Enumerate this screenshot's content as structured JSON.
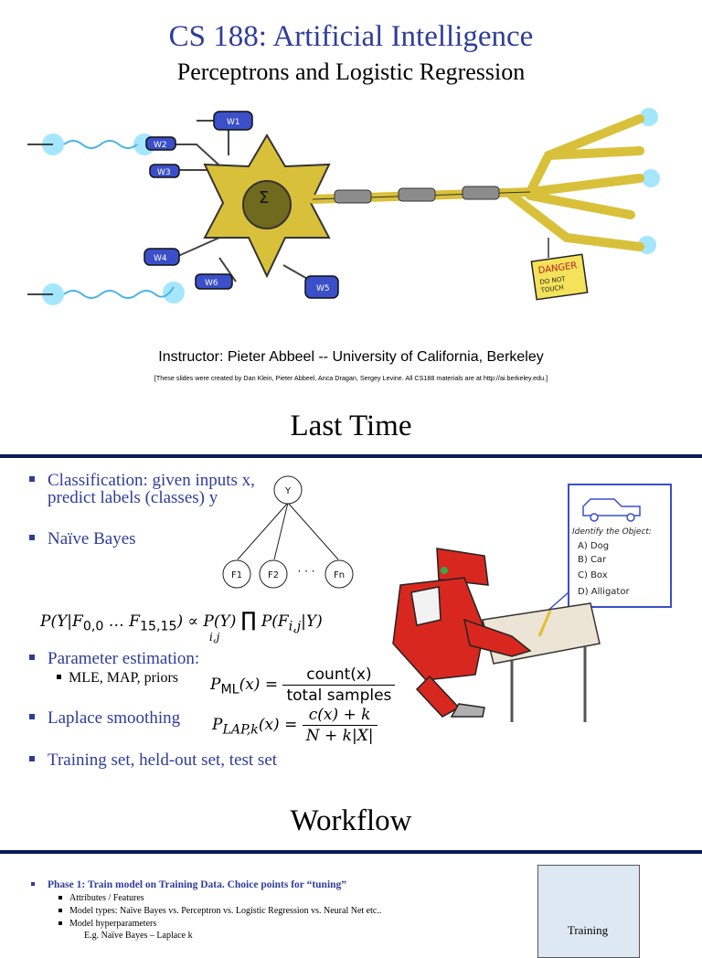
{
  "slide1": {
    "title": "CS 188: Artificial Intelligence",
    "subtitle": "Perceptrons and Logistic Regression",
    "weights": [
      "W1",
      "W2",
      "W3",
      "W4",
      "W5",
      "W6"
    ],
    "sign": {
      "line1": "DANGER",
      "line2": "DO NOT",
      "line3": "TOUCH"
    },
    "instructor": "Instructor: Pieter Abbeel -- University of California, Berkeley",
    "credit": "[These slides were created by Dan Klein, Pieter Abbeel, Anca Dragan, Sergey Levine.  All CS188 materials are at http://ai.berkeley.edu.]"
  },
  "slide2": {
    "title": "Last Time",
    "bullets": {
      "classification_1": "Classification: given inputs x,",
      "classification_2": "predict labels (classes) y",
      "naive_bayes": "Naïve Bayes",
      "param_est": "Parameter estimation:",
      "mle": "MLE, MAP, priors",
      "laplace": "Laplace smoothing",
      "sets": "Training set, held-out set, test set"
    },
    "bn": {
      "root": "Y",
      "f1": "F1",
      "f2": "F2",
      "fn": "Fn",
      "dots": "· · ·"
    },
    "card": {
      "heading": "Identify the Object:",
      "options": [
        "A)  Dog",
        "B)  Car",
        "C)  Box",
        "D)  Alligator"
      ]
    },
    "formulas": {
      "mle_num": "count(x)",
      "mle_den": "total samples",
      "lap_num": "c(x) + k",
      "lap_den": "N + k|X|"
    }
  },
  "slide3": {
    "title": "Workflow",
    "phase1": "Phase 1: Train model on Training Data.  Choice points for “tuning”",
    "subs": [
      "Attributes / Features",
      "Model types: Naïve Bayes vs. Perceptron vs. Logistic Regression vs. Neural Net etc..",
      "Model hyperparameters"
    ],
    "subsub": "E.g. Naïve Bayes – Laplace k",
    "box_label": "Training"
  },
  "colors": {
    "title_blue": "#2e3d99",
    "neuron_yellow": "#d9c03a",
    "weight_blue": "#3a4fc8",
    "robot_red": "#d8271f"
  }
}
